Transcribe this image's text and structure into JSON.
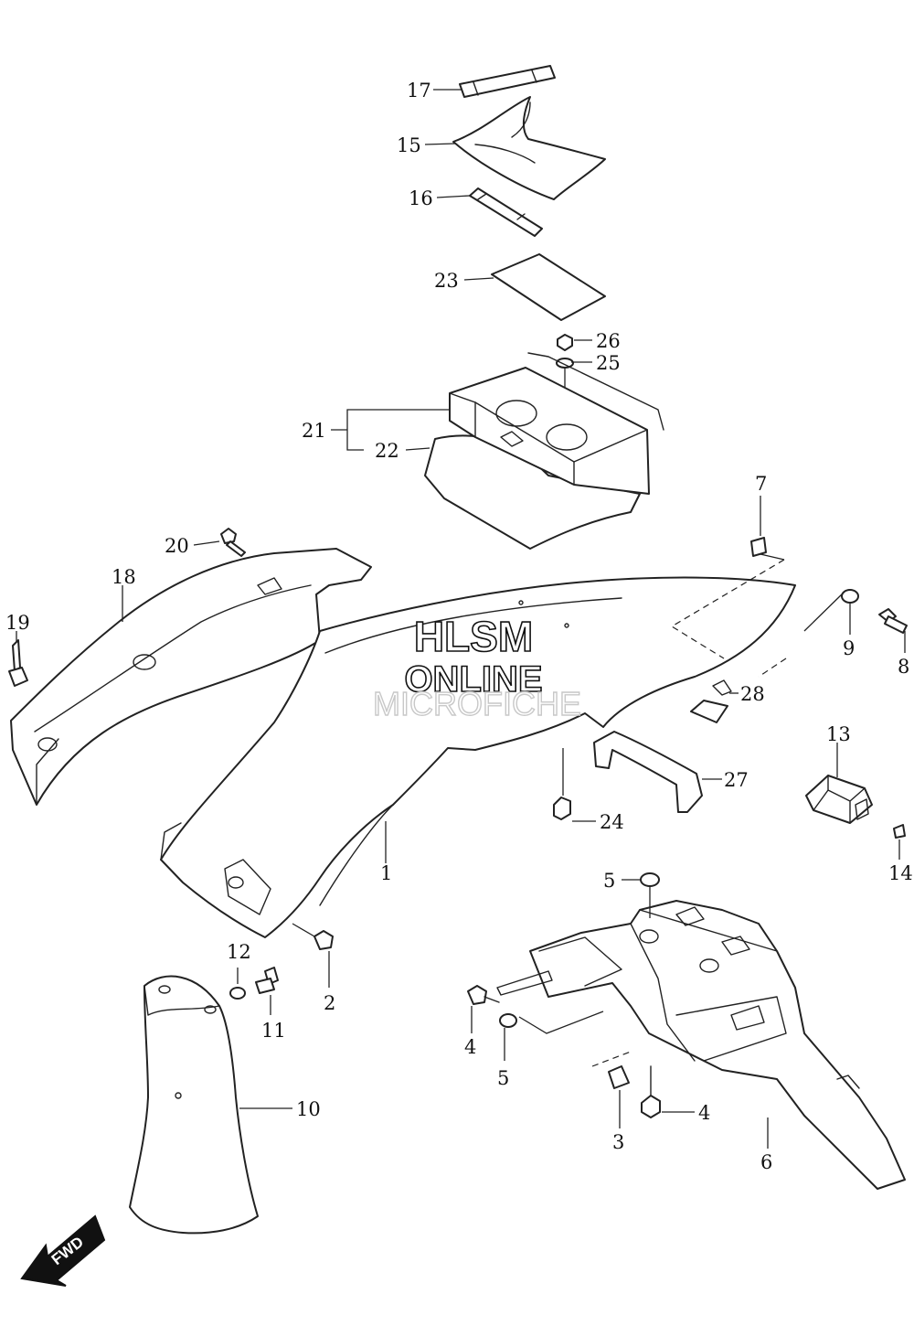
{
  "watermark": {
    "line1": "HLSM",
    "line2": "ONLINE",
    "line3": "MICROFICHE"
  },
  "direction_badge": "FWD",
  "callouts": [
    "17",
    "15",
    "16",
    "23",
    "26",
    "25",
    "21",
    "22",
    "7",
    "20",
    "18",
    "19",
    "9",
    "8",
    "28",
    "27",
    "13",
    "24",
    "1",
    "14",
    "5",
    "12",
    "11",
    "2",
    "4",
    "5",
    "10",
    "4",
    "3",
    "6"
  ]
}
